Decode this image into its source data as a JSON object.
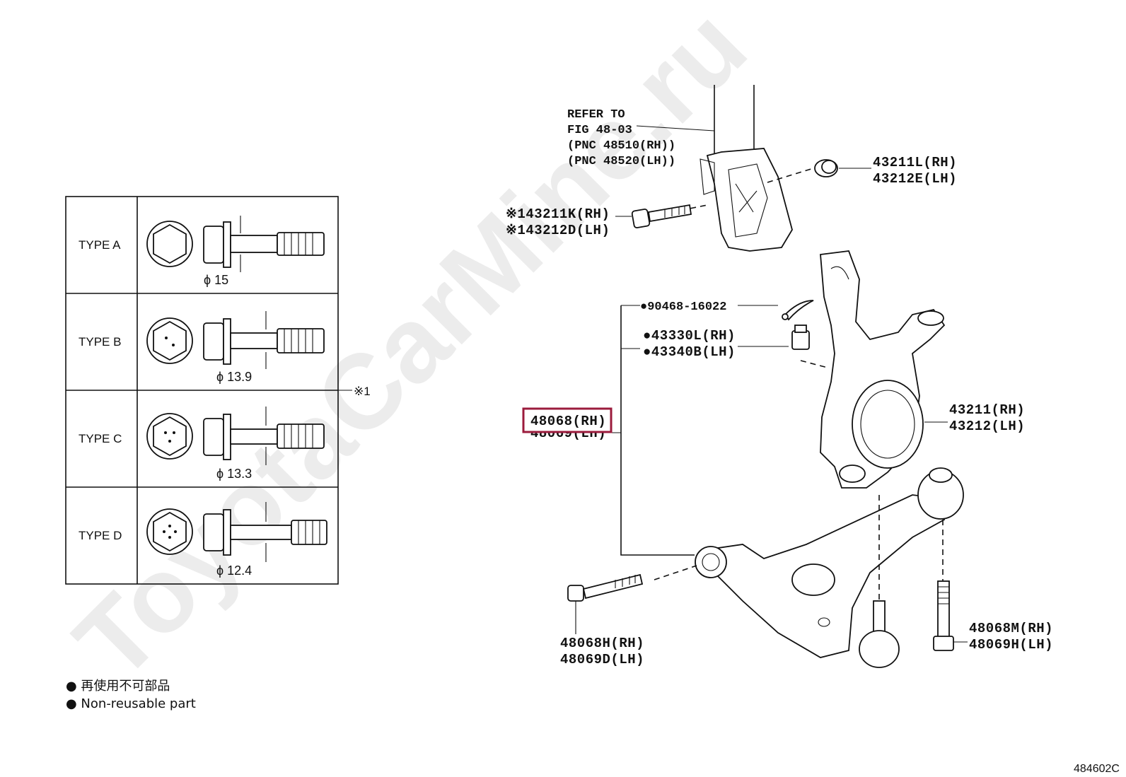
{
  "watermark": "ToyotaCarMine.ru",
  "figure_id": "484602C",
  "types_table": {
    "rows": [
      {
        "label": "TYPE A",
        "diameter": "ϕ 15"
      },
      {
        "label": "TYPE B",
        "diameter": "ϕ 13.9"
      },
      {
        "label": "TYPE C",
        "diameter": "ϕ 13.3"
      },
      {
        "label": "TYPE D",
        "diameter": "ϕ 12.4"
      }
    ],
    "ref_mark": "※1"
  },
  "legend": {
    "line1": "● 再使用不可部品",
    "line2": "● Non-reusable part"
  },
  "refer": {
    "line1": "REFER TO",
    "line2": "FIG 48-03",
    "line3": "(PNC 48510(RH))",
    "line4": "(PNC 48520(LH))"
  },
  "callouts": {
    "nut_top": {
      "rh": "43211L(RH)",
      "lh": "43212E(LH)"
    },
    "bolt_top": {
      "rh": "※143211K(RH)",
      "lh": "※143212D(LH)"
    },
    "cotter_pin": "●90468-16022",
    "castle_nut": {
      "rh": "●43330L(RH)",
      "lh": "●43340B(LH)"
    },
    "lower_arm": {
      "rh": "48068(RH)",
      "lh": "48069(LH)"
    },
    "knuckle": {
      "rh": "43211(RH)",
      "lh": "43212(LH)"
    },
    "arm_bolt": {
      "rh": "48068H(RH)",
      "lh": "48069D(LH)"
    },
    "ball_bolt": {
      "rh": "48068M(RH)",
      "lh": "48069H(LH)"
    }
  },
  "highlight_color": "#9b1b3c"
}
